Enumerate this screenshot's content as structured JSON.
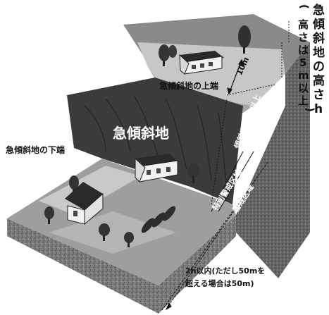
{
  "labels": {
    "steep_slope": "急傾斜地",
    "slope_top": "急傾斜地の上端",
    "slope_bottom": "急傾斜地の下端",
    "ten_m": "10m",
    "slope_angle": "傾斜度30度以上",
    "special_area": "特別警戒区域",
    "alert_area": "警戒区域",
    "range_line1": "2h以内(ただし50mを",
    "range_line2": "超える場合は50m)",
    "height_title": [
      "急",
      "傾",
      "斜",
      "地",
      "の",
      "高",
      "さ",
      "h"
    ],
    "height_note": [
      "(",
      "高",
      "さ",
      "は",
      "5",
      "m",
      "以",
      "上",
      ")"
    ]
  },
  "colors": {
    "upper_top": "#8a8a8a",
    "upper_band": "#b9b9b9",
    "slope_dark": "#3a3a3a",
    "lower_ground": "#9a9a9a",
    "side_face": "#6e6e6e",
    "front_face": "#5a5a5a"
  },
  "icons": [
    "house-icon",
    "tree-icon",
    "shrub-row-icon"
  ]
}
